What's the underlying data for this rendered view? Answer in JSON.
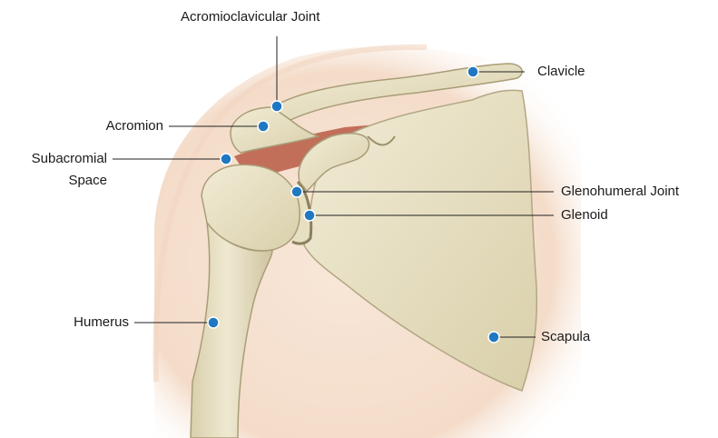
{
  "labels": {
    "acromioclavicular_joint": "Acromioclavicular Joint",
    "clavicle": "Clavicle",
    "acromion": "Acromion",
    "subacromial_space_line1": "Subacromial",
    "subacromial_space_line2": "Space",
    "glenohumeral_joint": "Glenohumeral Joint",
    "glenoid": "Glenoid",
    "humerus": "Humerus",
    "scapula": "Scapula"
  },
  "colors": {
    "marker": "#1f78c1",
    "bone": "#e8e2c6",
    "bone_shadow": "#b9ae8c",
    "skin": "#f6e0cf",
    "muscle": "#b85a45",
    "background": "#ffffff"
  }
}
